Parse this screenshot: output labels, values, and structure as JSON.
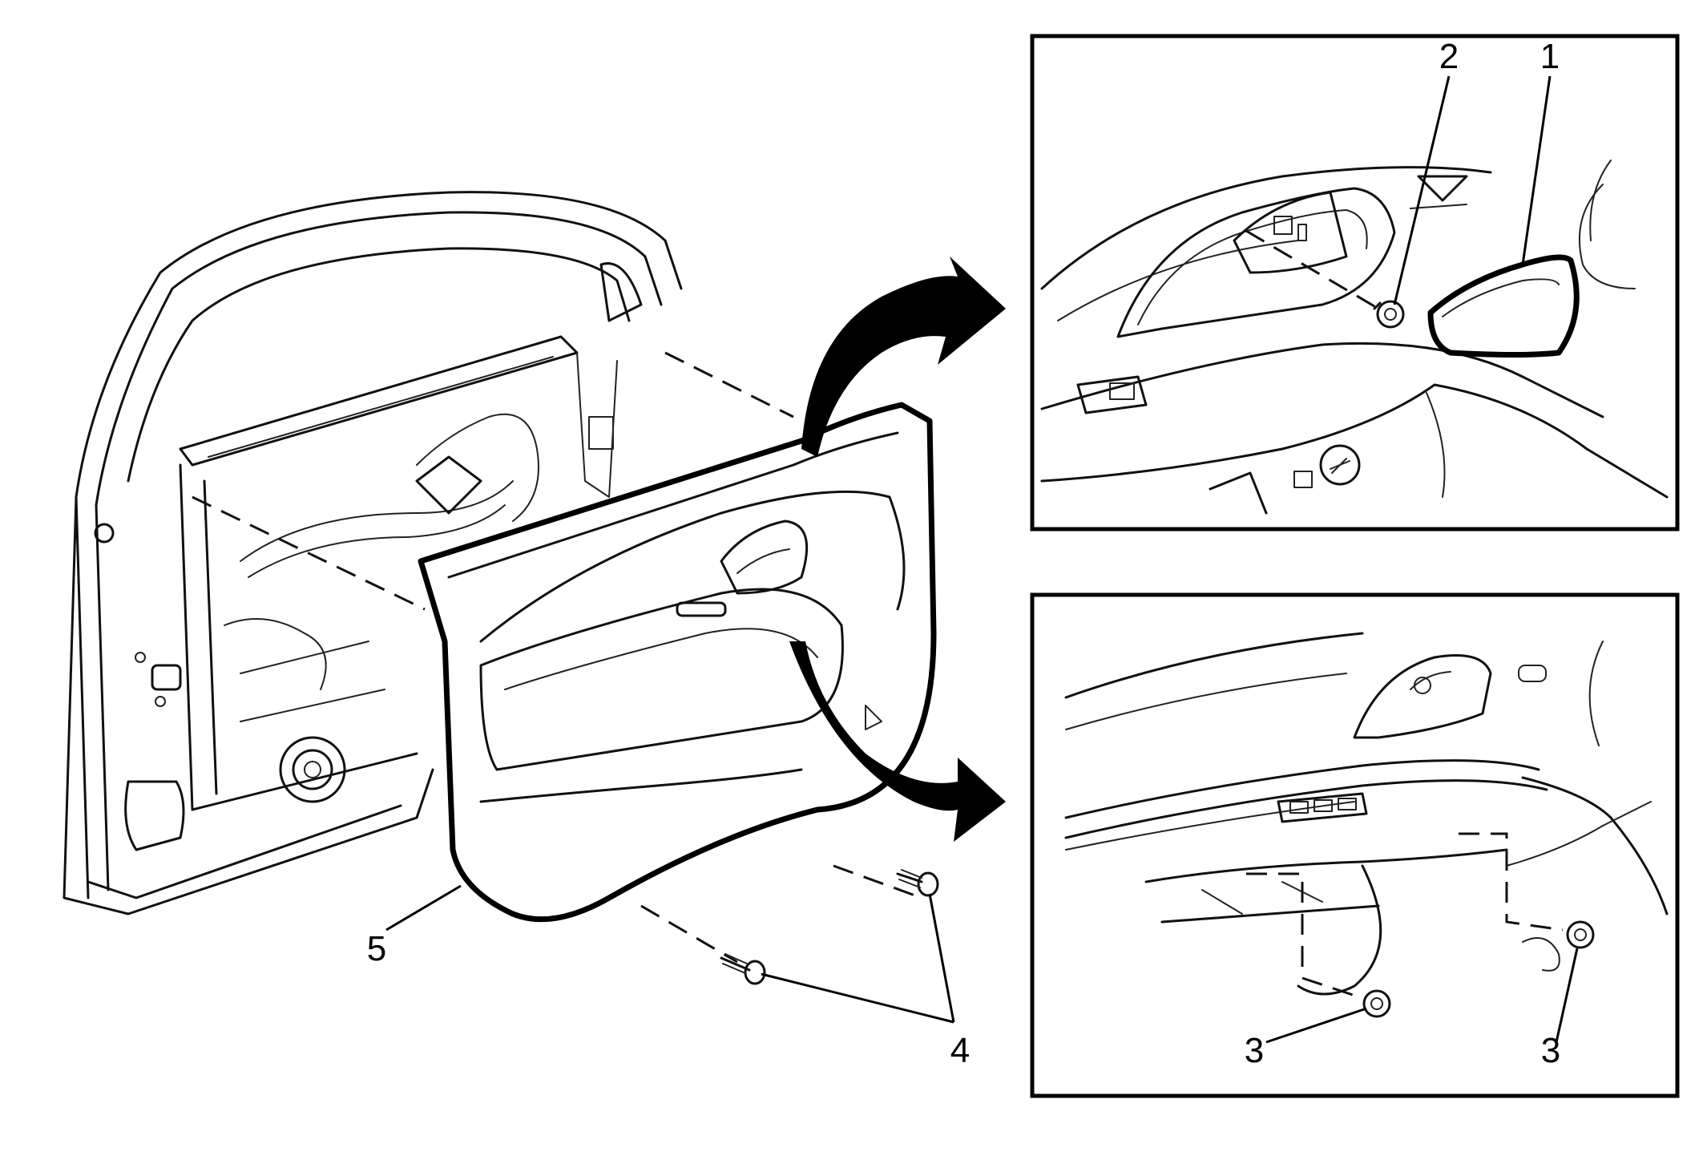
{
  "callouts": {
    "retainer_seal": "1",
    "handle_bolt": "2",
    "lower_fastener_left": "3",
    "lower_fastener_right": "3",
    "screws": "4",
    "trim_panel": "5"
  }
}
